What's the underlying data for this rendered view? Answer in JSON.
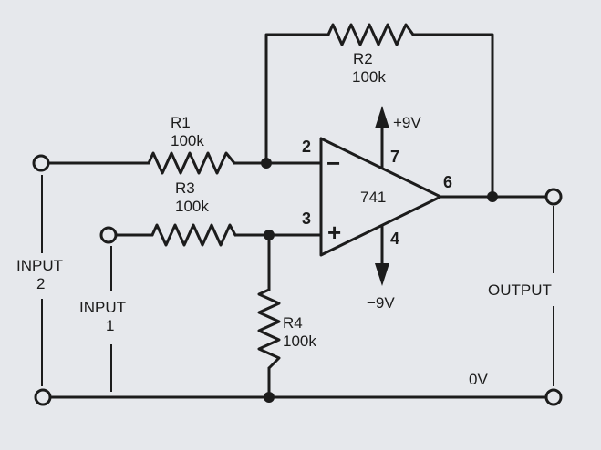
{
  "components": {
    "r1": {
      "name": "R1",
      "value": "100k"
    },
    "r2": {
      "name": "R2",
      "value": "100k"
    },
    "r3": {
      "name": "R3",
      "value": "100k"
    },
    "r4": {
      "name": "R4",
      "value": "100k"
    },
    "opamp": {
      "label": "741",
      "inverting_sign": "−",
      "noninverting_sign": "+"
    }
  },
  "pins": {
    "inverting": "2",
    "noninverting": "3",
    "vplus": "7",
    "vminus": "4",
    "output": "6"
  },
  "supplies": {
    "positive": "+9V",
    "negative": "−9V"
  },
  "labels": {
    "input2": [
      "INPUT",
      "2"
    ],
    "input1": [
      "INPUT",
      "1"
    ],
    "output": "OUTPUT",
    "ground": "0V"
  },
  "colors": {
    "ink": "#1c1c1c",
    "paper": "#e6e8ec"
  }
}
